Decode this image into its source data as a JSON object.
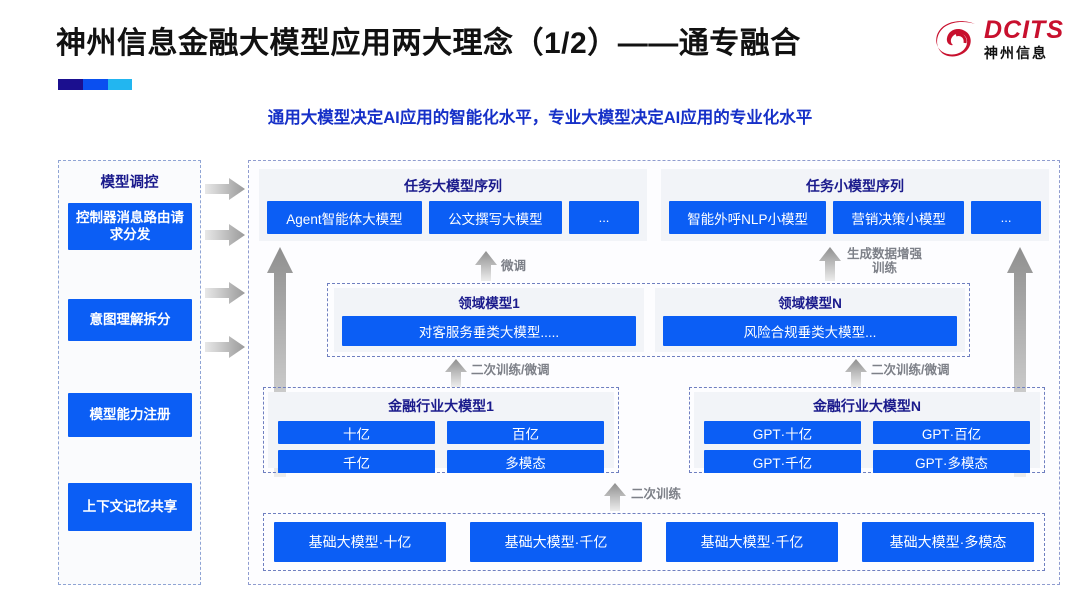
{
  "header": {
    "title": "神州信息金融大模型应用两大理念（1/2）——通专融合",
    "subtitle": "通用大模型决定AI应用的智能化水平，专业大模型决定AI应用的专业化水平",
    "logo_en": "DCITS",
    "logo_cn": "神州信息",
    "accent_navy": "#1b0f8f",
    "accent_blue": "#0a4ff0",
    "accent_cyan": "#22b6f0",
    "brand_red": "#c8102e",
    "box_blue": "#0b5ef5",
    "head_text_color": "#1a1a8c"
  },
  "control_column": {
    "title": "模型调控",
    "items": [
      {
        "label": "控制器消息路由请求分发"
      },
      {
        "label": "意图理解拆分"
      },
      {
        "label": "模型能力注册"
      },
      {
        "label": "上下文记忆共享"
      }
    ]
  },
  "task_sequences": [
    {
      "head": "任务大模型序列",
      "boxes": [
        "Agent智能体大模型",
        "公文撰写大模型",
        "..."
      ]
    },
    {
      "head": "任务小模型序列",
      "boxes": [
        "智能外呼NLP小模型",
        "营销决策小模型",
        "..."
      ]
    }
  ],
  "domain_models": [
    {
      "head": "领域模型1",
      "box": "对客服务垂类大模型....."
    },
    {
      "head": "领域模型N",
      "box": "风险合规垂类大模型..."
    }
  ],
  "industry_models": [
    {
      "head": "金融行业大模型1",
      "boxes": [
        "十亿",
        "百亿",
        "千亿",
        "多模态"
      ]
    },
    {
      "head": "金融行业大模型N",
      "boxes": [
        "GPT·十亿",
        "GPT·百亿",
        "GPT·千亿",
        "GPT·多模态"
      ]
    }
  ],
  "foundation_models": [
    "基础大模型·十亿",
    "基础大模型·千亿",
    "基础大模型·千亿",
    "基础大模型·多模态"
  ],
  "flow_labels": {
    "fine_tune": "微调",
    "gen_data_aug_line1": "生成数据增强",
    "gen_data_aug_line2": "训练",
    "retrain_finetune_left": "二次训练/微调",
    "retrain_finetune_right": "二次训练/微调",
    "retrain": "二次训练"
  }
}
